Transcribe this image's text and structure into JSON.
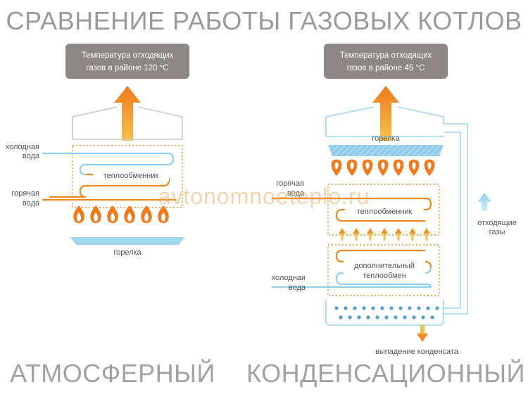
{
  "title": "СРАВНЕНИЕ РАБОТЫ ГАЗОВЫХ КОТЛОВ",
  "watermark": "avtonomnoeteplo.ru",
  "colors": {
    "cold": "#8fd0ee",
    "hot": "#f08a1e",
    "flame": "#f07a1c",
    "burner": "#9fd6f0",
    "box": "#8c8784",
    "title": "#9a9a9a"
  },
  "left": {
    "temp_box": {
      "line1": "Температура отходящих",
      "line2": "газов в районе 120 °C"
    },
    "cold_water": {
      "line1": "холодная",
      "line2": "вода"
    },
    "hot_water": {
      "line1": "горячая",
      "line2": "вода"
    },
    "exchanger": "теплообменник",
    "burner": "горелка",
    "caption": "АТМОСФЕРНЫЙ"
  },
  "right": {
    "temp_box": {
      "line1": "Температура отходящих",
      "line2": "газов в районе 45 °C"
    },
    "burner": "горелка",
    "hot_water": {
      "line1": "горячая",
      "line2": "вода"
    },
    "exchanger": "теплообменник",
    "extra_exchanger": {
      "line1": "дополнительный",
      "line2": "теплообмен"
    },
    "cold_water": {
      "line1": "холодная",
      "line2": "вода"
    },
    "exhaust": {
      "line1": "отходящие",
      "line2": "газы"
    },
    "condensate": "выпадение конденсата",
    "caption": "КОНДЕНСАЦИОННЫЙ"
  }
}
